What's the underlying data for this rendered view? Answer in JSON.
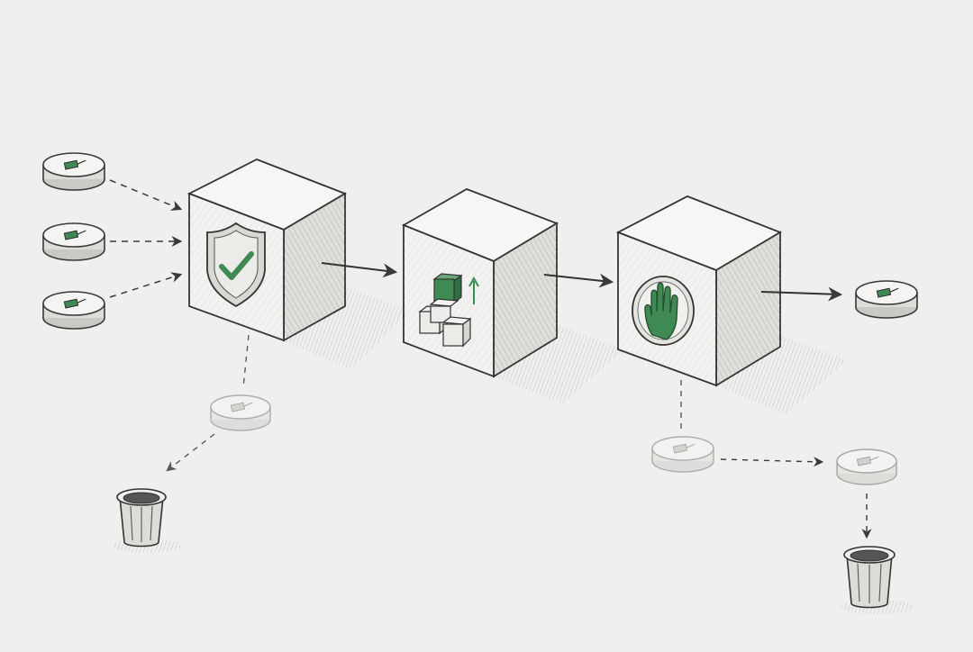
{
  "diagram": {
    "kind": "pipeline-flow",
    "style": "pencil-sketch",
    "accent_color": "#3f8a54",
    "ink_color": "#3a3a3a",
    "faded_ink_color": "#9a9a9a",
    "stages": [
      {
        "id": "validate",
        "icon": "shield-check-icon"
      },
      {
        "id": "scale",
        "icon": "stacked-cubes-up-arrow-icon"
      },
      {
        "id": "block",
        "icon": "stop-hand-icon"
      }
    ],
    "tokens": {
      "incoming_count": 3,
      "outgoing_count": 1,
      "rejected_count": 2,
      "icon": "tag-disc-icon"
    },
    "sinks": [
      {
        "id": "trash-after-validate",
        "icon": "trash-can-icon"
      },
      {
        "id": "trash-after-block",
        "icon": "trash-can-icon"
      }
    ]
  }
}
